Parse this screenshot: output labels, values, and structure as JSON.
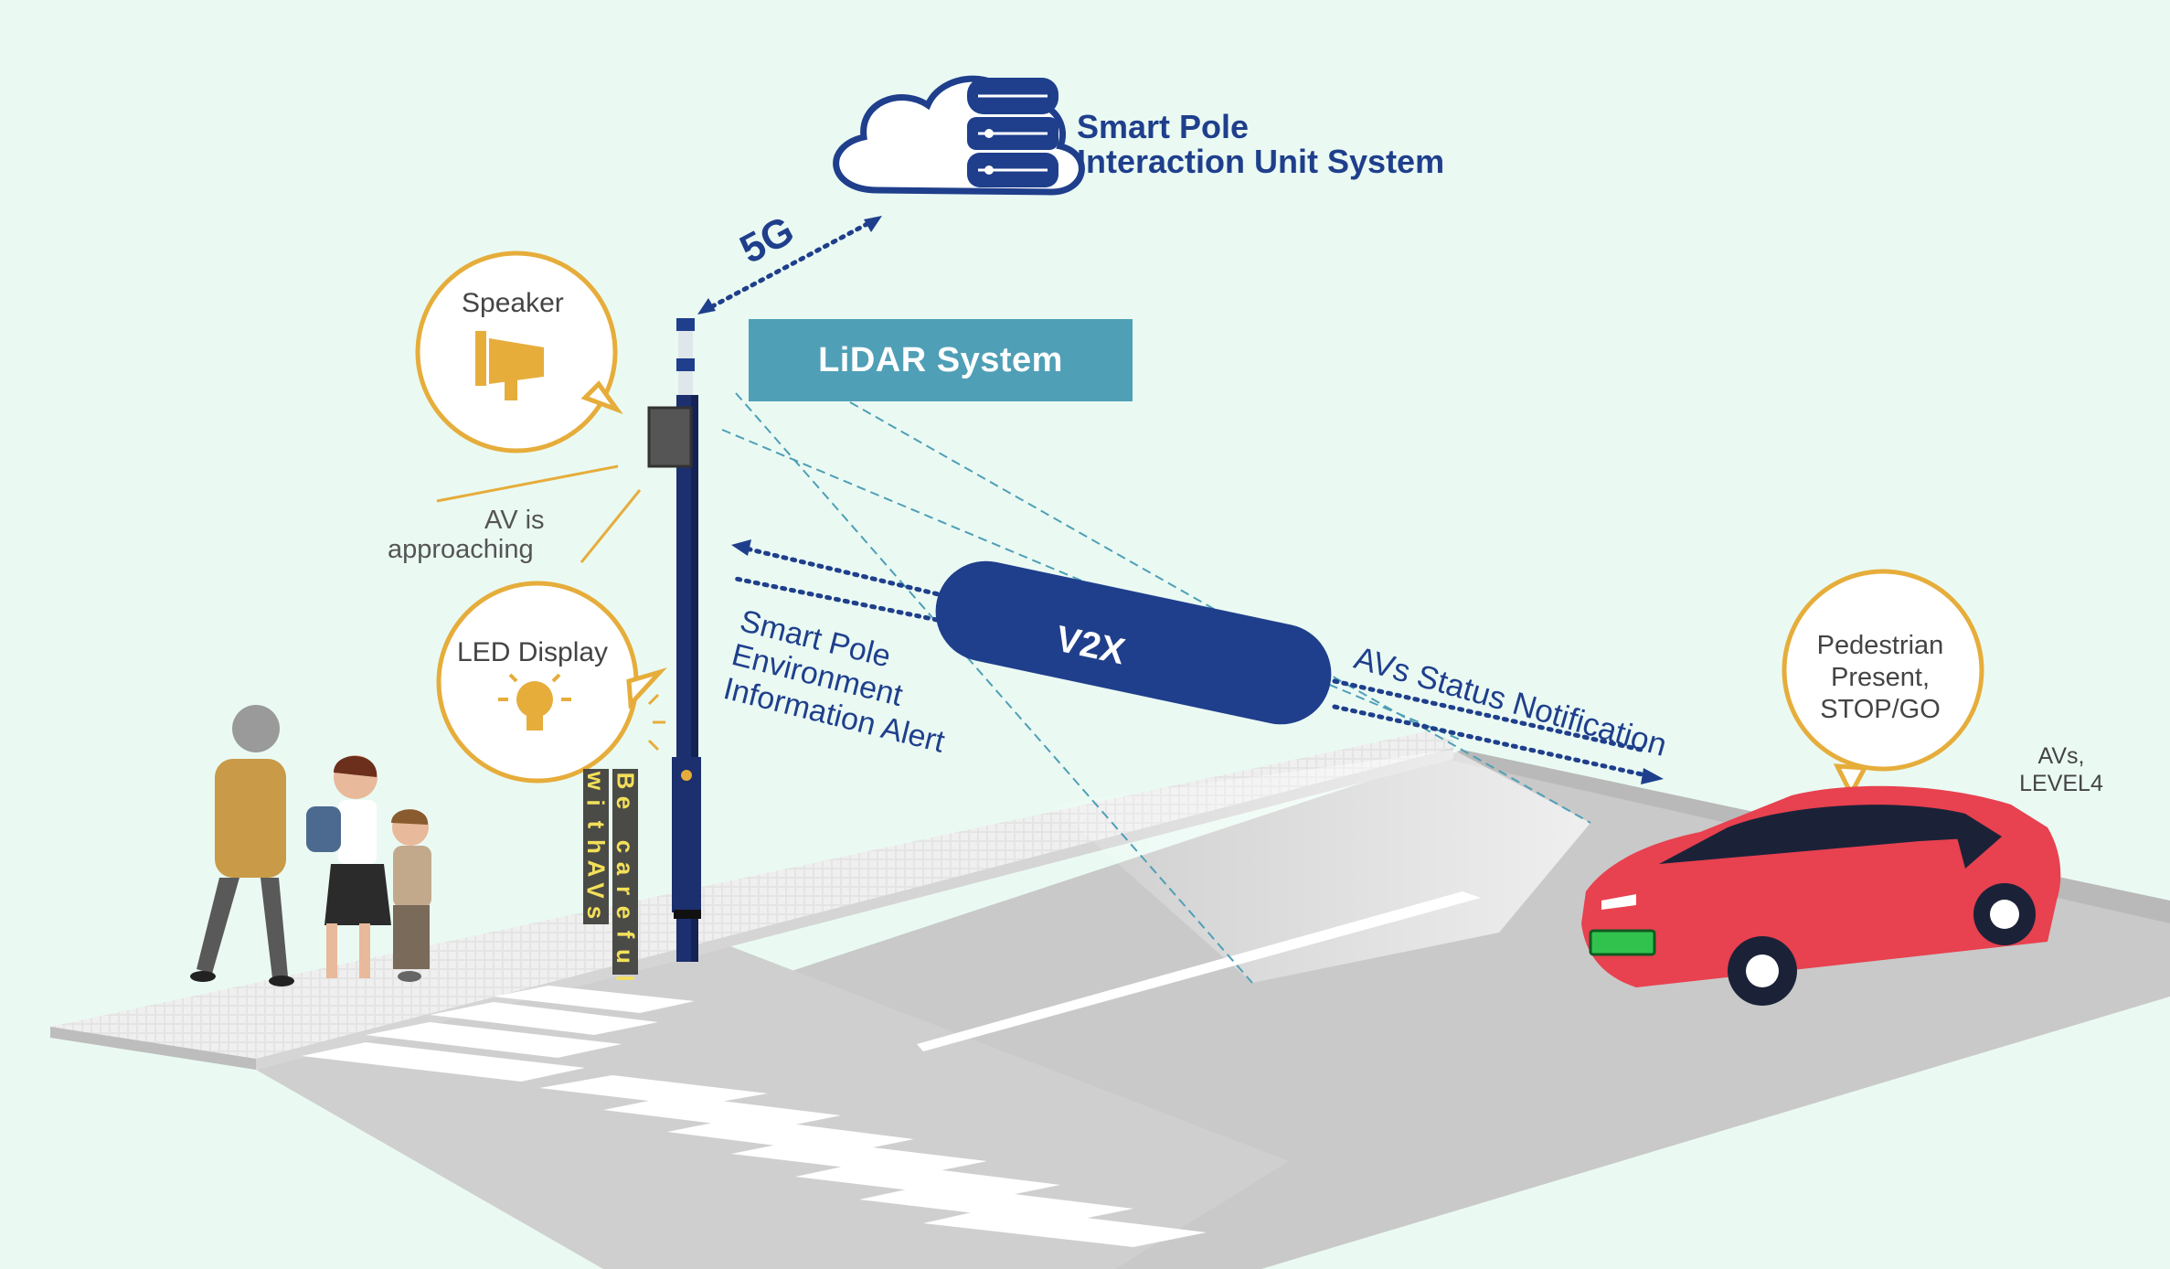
{
  "title": {
    "line1": "Smart Pole",
    "line2": "Interaction Unit System"
  },
  "network": {
    "label": "5G"
  },
  "lidar": {
    "label": "LiDAR System"
  },
  "speaker": {
    "label": "Speaker"
  },
  "announcement": {
    "line1": "AV is",
    "line2": "approaching"
  },
  "led_display": {
    "label": "LED Display"
  },
  "v2x": {
    "label": "V2X"
  },
  "pole_alert": {
    "line1": "Smart Pole",
    "line2": "Environment",
    "line3": "Information Alert"
  },
  "status_notification": {
    "label": "AVs Status Notification"
  },
  "vehicle_bubble": {
    "line1": "Pedestrian",
    "line2": "Present,",
    "line3": "STOP/GO"
  },
  "vehicle_level": {
    "line1": "AVs,",
    "line2": "LEVEL4"
  },
  "signs": {
    "sign1": "withAVs",
    "sign2": "Be careful"
  },
  "colors": {
    "navy": "#1f3f8c",
    "teal": "#4f9fb6",
    "gold": "#e6ad3b",
    "car_red": "#e8414f",
    "background": "#eafaf3",
    "road": "#c9c9c9"
  },
  "icons": [
    "cloud-icon",
    "database-icon",
    "megaphone-icon",
    "lightbulb-icon"
  ]
}
